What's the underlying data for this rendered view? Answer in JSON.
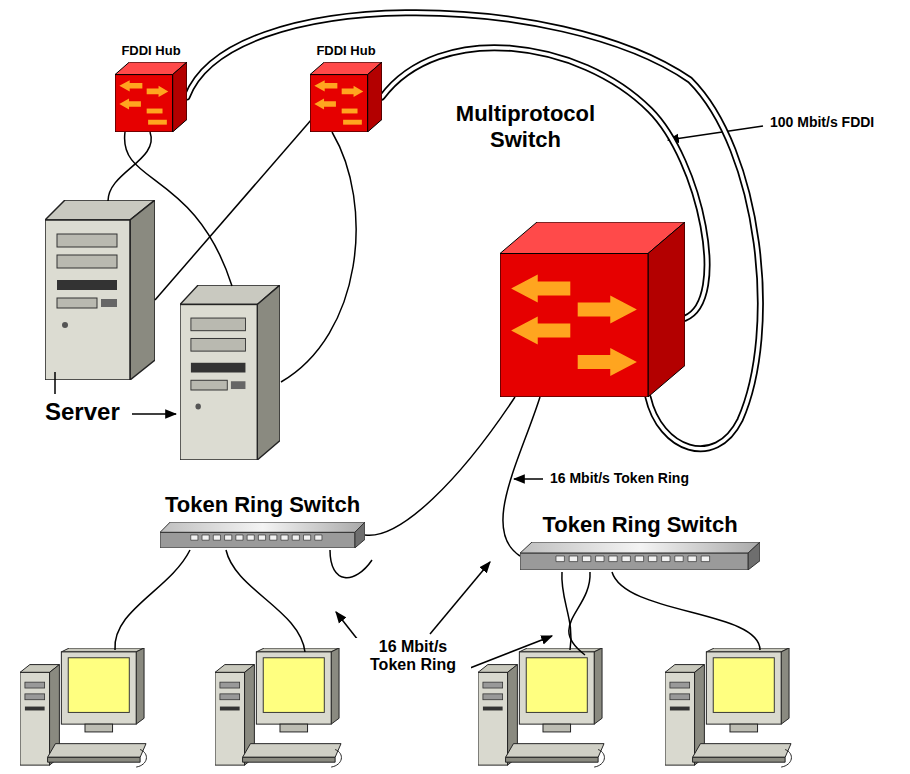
{
  "diagram": {
    "nodes": [
      {
        "text": [
          "FDDI Hub"
        ]
      },
      {
        "text": [
          "FDDI Hub"
        ]
      },
      {
        "text": [
          "Multiprotocol Switch"
        ]
      },
      {
        "text": [
          "Token Ring Switch"
        ]
      },
      {
        "text": [
          "Token Ring Switch"
        ]
      }
    ],
    "edges": [
      {
        "from": 0,
        "to": 2,
        "arrow": "none"
      },
      {
        "from": 1,
        "to": 2,
        "arrow": "none"
      },
      {
        "from": 2,
        "to": 3,
        "arrow": "none"
      },
      {
        "from": 2,
        "to": 4,
        "arrow": "none"
      }
    ],
    "labels": [
      "100 Mbit/s FDDI",
      "16 Mbit/s Token Ring",
      "16 Mbit/s Token Ring",
      "Server"
    ]
  }
}
